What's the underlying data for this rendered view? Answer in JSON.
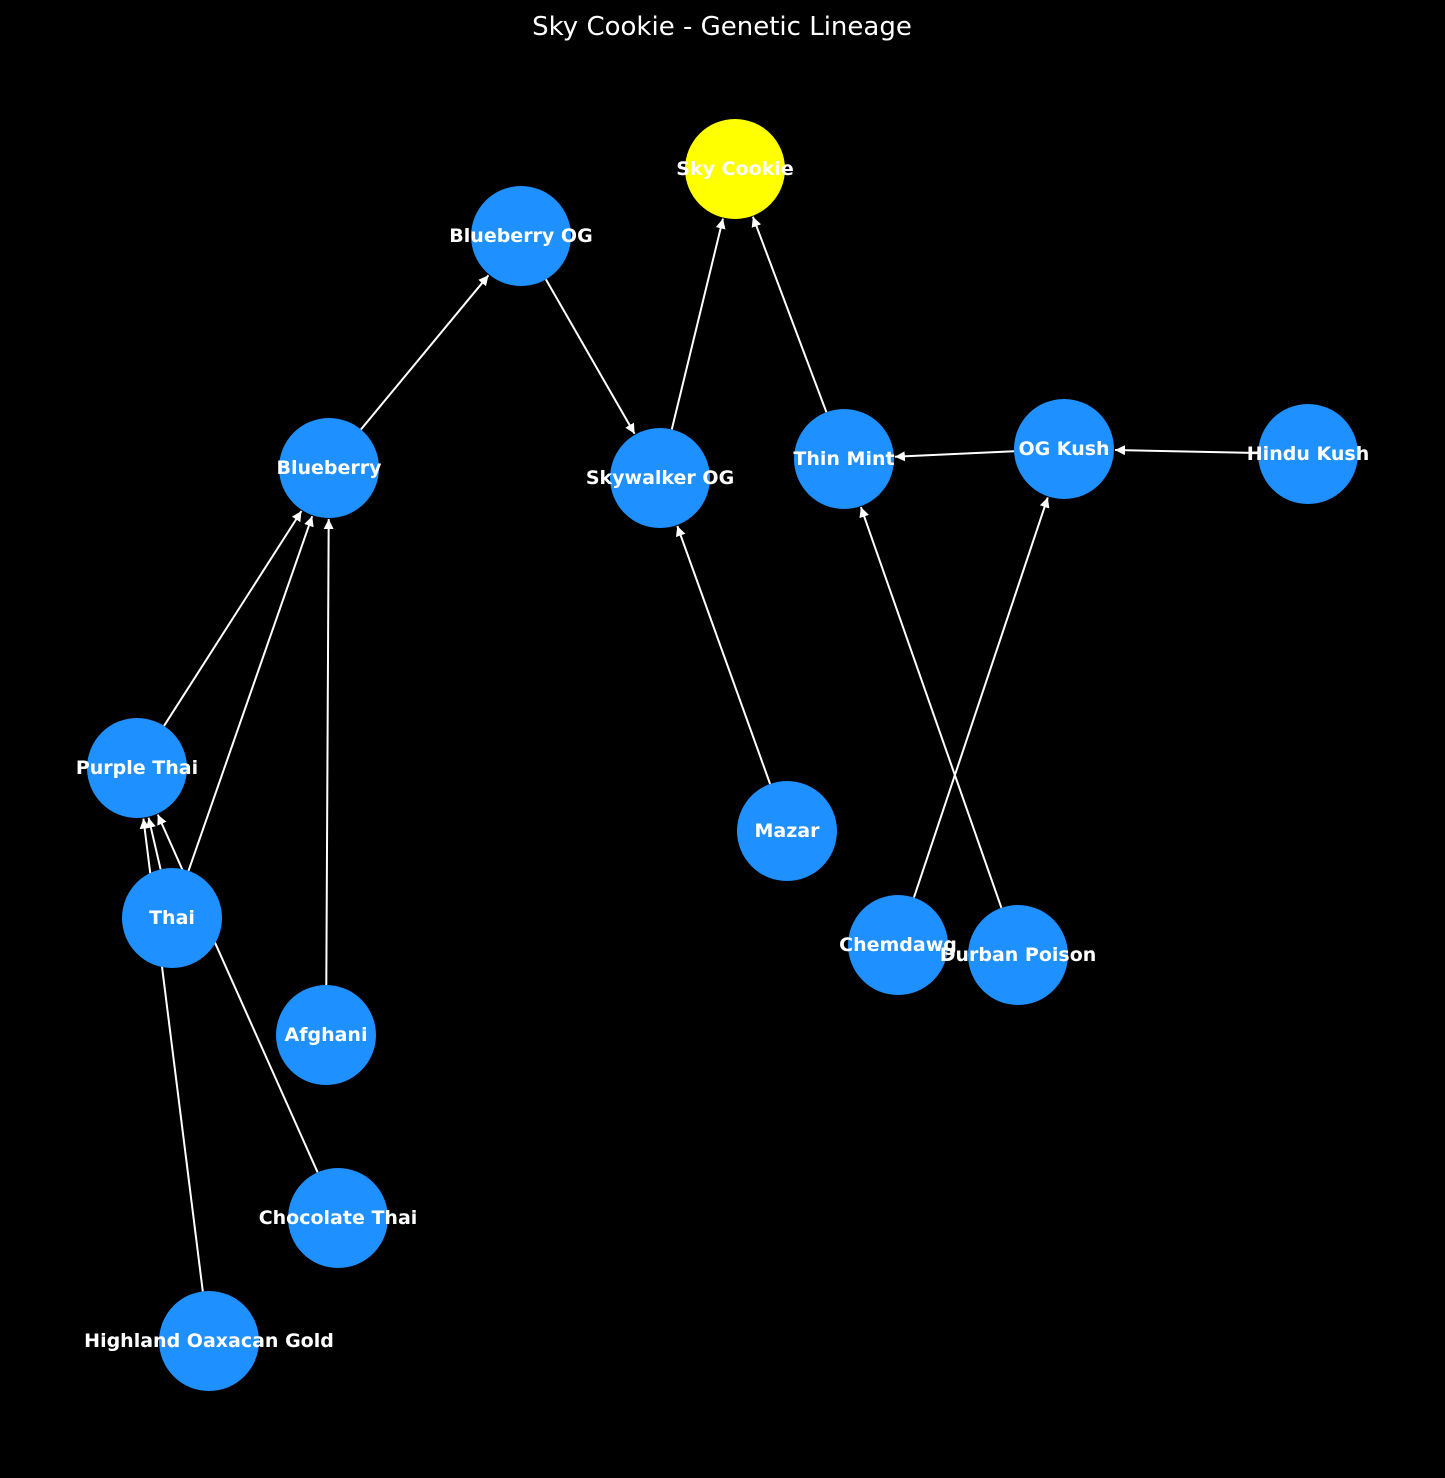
{
  "title": "Sky Cookie - Genetic Lineage",
  "colors": {
    "background": "#000000",
    "node_default": "#1e90ff",
    "node_target": "#ffff00",
    "edge": "#ffffff",
    "label": "#ffffff"
  },
  "nodes": [
    {
      "id": "sky_cookie",
      "label": "Sky Cookie",
      "role": "target"
    },
    {
      "id": "blueberry_og",
      "label": "Blueberry OG",
      "role": "ancestor"
    },
    {
      "id": "blueberry",
      "label": "Blueberry",
      "role": "ancestor"
    },
    {
      "id": "skywalker_og",
      "label": "Skywalker OG",
      "role": "ancestor"
    },
    {
      "id": "thin_mint",
      "label": "Thin Mint",
      "role": "ancestor"
    },
    {
      "id": "og_kush",
      "label": "OG Kush",
      "role": "ancestor"
    },
    {
      "id": "hindu_kush",
      "label": "Hindu Kush",
      "role": "ancestor"
    },
    {
      "id": "purple_thai",
      "label": "Purple Thai",
      "role": "ancestor"
    },
    {
      "id": "thai",
      "label": "Thai",
      "role": "ancestor"
    },
    {
      "id": "afghani",
      "label": "Afghani",
      "role": "ancestor"
    },
    {
      "id": "mazar",
      "label": "Mazar",
      "role": "ancestor"
    },
    {
      "id": "chemdawg",
      "label": "Chemdawg",
      "role": "ancestor"
    },
    {
      "id": "durban_poison",
      "label": "Durban Poison",
      "role": "ancestor"
    },
    {
      "id": "chocolate_thai",
      "label": "Chocolate Thai",
      "role": "ancestor"
    },
    {
      "id": "highland_oaxacan_gold",
      "label": "Highland Oaxacan Gold",
      "role": "ancestor"
    }
  ],
  "edges": [
    {
      "from": "blueberry",
      "to": "blueberry_og"
    },
    {
      "from": "blueberry_og",
      "to": "skywalker_og"
    },
    {
      "from": "skywalker_og",
      "to": "sky_cookie"
    },
    {
      "from": "thin_mint",
      "to": "sky_cookie"
    },
    {
      "from": "og_kush",
      "to": "thin_mint"
    },
    {
      "from": "hindu_kush",
      "to": "og_kush"
    },
    {
      "from": "purple_thai",
      "to": "blueberry"
    },
    {
      "from": "thai",
      "to": "blueberry"
    },
    {
      "from": "afghani",
      "to": "blueberry"
    },
    {
      "from": "thai",
      "to": "purple_thai"
    },
    {
      "from": "highland_oaxacan_gold",
      "to": "purple_thai"
    },
    {
      "from": "chocolate_thai",
      "to": "purple_thai"
    },
    {
      "from": "mazar",
      "to": "skywalker_og"
    },
    {
      "from": "chemdawg",
      "to": "og_kush"
    },
    {
      "from": "durban_poison",
      "to": "thin_mint"
    }
  ]
}
